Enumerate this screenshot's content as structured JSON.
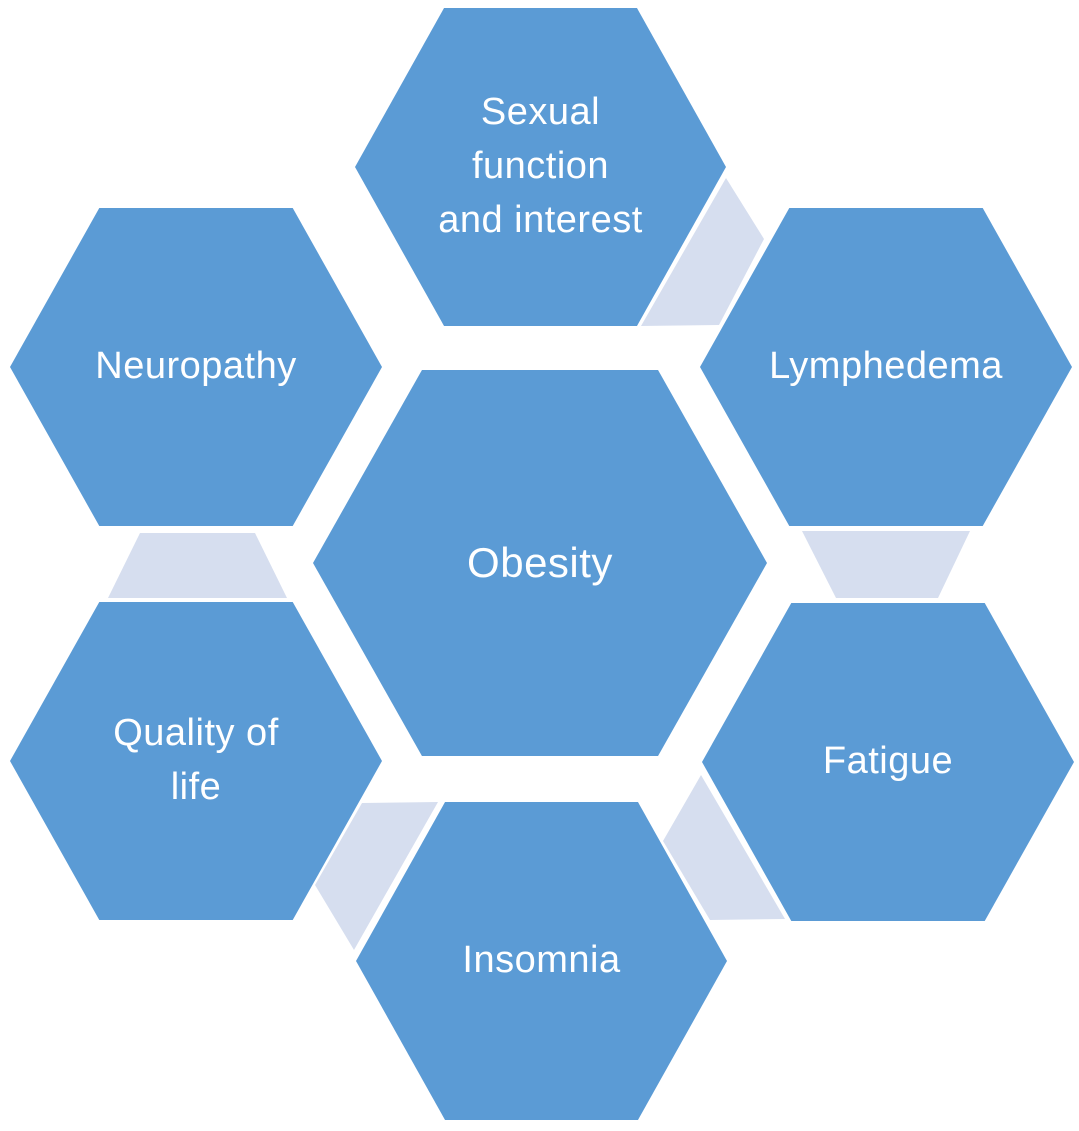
{
  "diagram": {
    "title": "Obesity hexagon cluster diagram",
    "center": {
      "label": "Obesity"
    },
    "nodes": [
      {
        "id": "sexual-function",
        "label": "Sexual\nfunction\nand interest"
      },
      {
        "id": "lymphedema",
        "label": "Lymphedema"
      },
      {
        "id": "fatigue",
        "label": "Fatigue"
      },
      {
        "id": "insomnia",
        "label": "Insomnia"
      },
      {
        "id": "quality-of-life",
        "label": "Quality of\nlife"
      },
      {
        "id": "neuropathy",
        "label": "Neuropathy"
      }
    ],
    "connectors": [
      {
        "between": [
          "sexual-function",
          "lymphedema"
        ]
      },
      {
        "between": [
          "lymphedema",
          "fatigue"
        ]
      },
      {
        "between": [
          "fatigue",
          "insomnia"
        ]
      },
      {
        "between": [
          "insomnia",
          "quality-of-life"
        ]
      },
      {
        "between": [
          "quality-of-life",
          "neuropathy"
        ]
      }
    ],
    "colors": {
      "hex_fill": "#5b9bd5",
      "connector_fill": "#d6deef",
      "label_color": "#ffffff",
      "background": "#ffffff"
    }
  }
}
